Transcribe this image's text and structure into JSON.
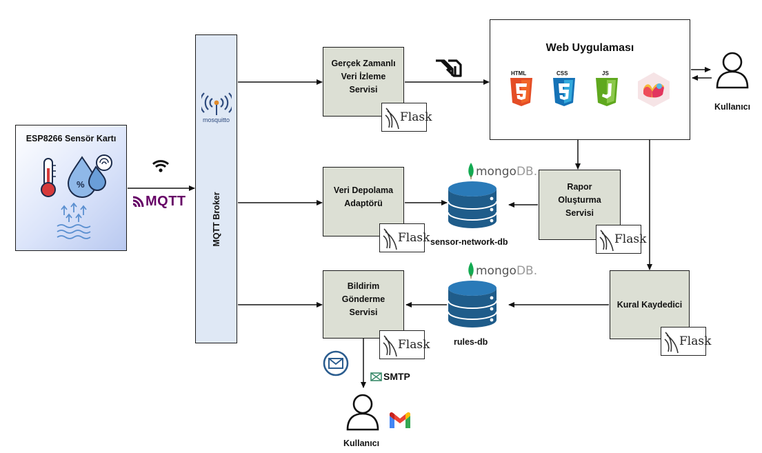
{
  "diagram": {
    "sensor_board": {
      "title": "ESP8266 Sensör Kartı"
    },
    "broker": {
      "label": "MQTT Broker",
      "logo_text": "mosquitto"
    },
    "mqtt_label": "MQTT",
    "services": {
      "realtime": "Gerçek Zamanlı\nVeri İzleme\nServisi",
      "storage": "Veri Depolama\nAdaptörü",
      "notify": "Bildirim\nGönderme\nServisi",
      "report": "Rapor\nOluşturma\nServisi",
      "rule": "Kural Kaydedici"
    },
    "flask_label": "Flask",
    "web_app": {
      "title": "Web Uygulaması",
      "tech_labels": [
        "HTML",
        "CSS",
        "JS"
      ]
    },
    "databases": {
      "sensor_db": "sensor-network-db",
      "rules_db": "rules-db",
      "mongo_brand_a": "mongo",
      "mongo_brand_b": "DB."
    },
    "users": {
      "top_user": "Kullanıcı",
      "bottom_user": "Kullanıcı"
    },
    "smtp_label": "SMTP",
    "colors": {
      "service_fill": "#dcdfd4",
      "broker_fill": "#dfe8f5",
      "sensor_gradient_start": "#ffffff",
      "sensor_gradient_end": "#b9c9f0",
      "mqtt_purple": "#660066",
      "db_blue": "#1f5c8a",
      "mongo_green": "#13aa52"
    }
  }
}
